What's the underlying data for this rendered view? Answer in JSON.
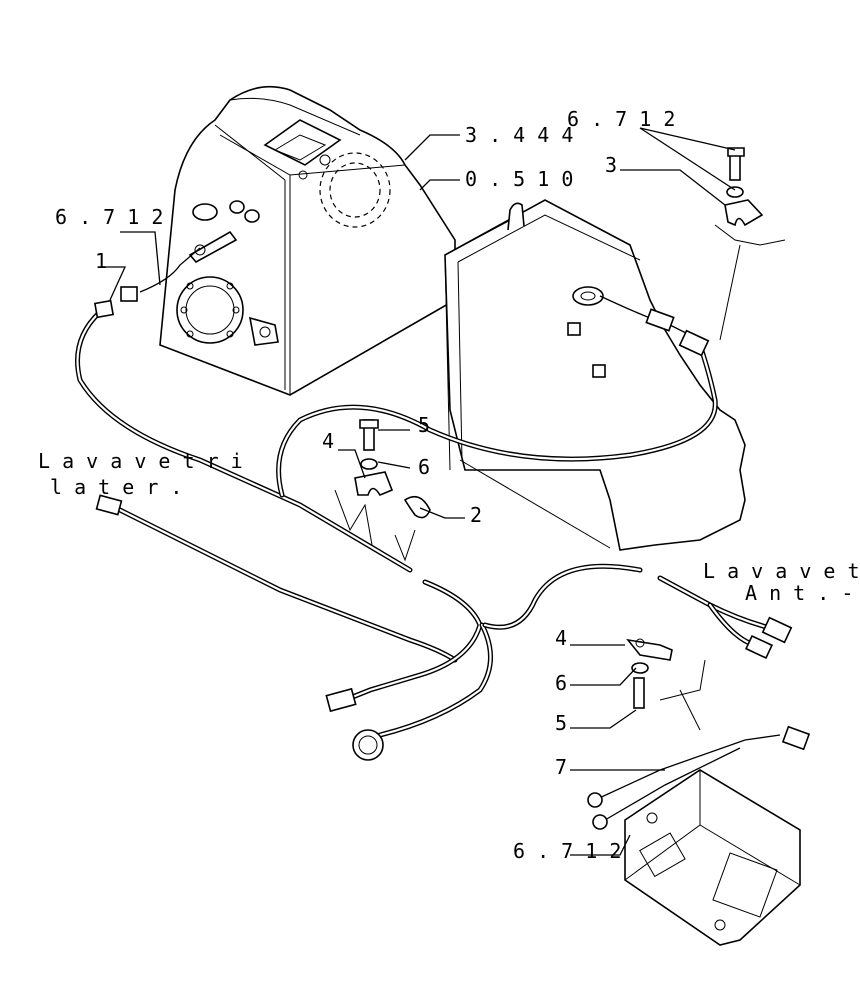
{
  "labels": {
    "ref_3444": "3 . 4 4 4",
    "ref_0510": "0 . 5 1 0",
    "ref_6712_top": "6 . 7 1 2",
    "ref_6712_left": "6 . 7 1 2",
    "ref_6712_bottom": "6 . 7 1 2",
    "item_1": "1",
    "item_2": "2",
    "item_3": "3",
    "item_4_top": "4",
    "item_5_top": "5",
    "item_6_top": "6",
    "item_4_bottom": "4",
    "item_6_bottom": "6",
    "item_5_bottom": "5",
    "item_7": "7",
    "lavavetri_line1": "L a v a v e t r i",
    "lavavetri_line2": "l a t e r .",
    "lavavet_line1": "L a v a v e t",
    "lavavet_line2": "A n t . -"
  }
}
